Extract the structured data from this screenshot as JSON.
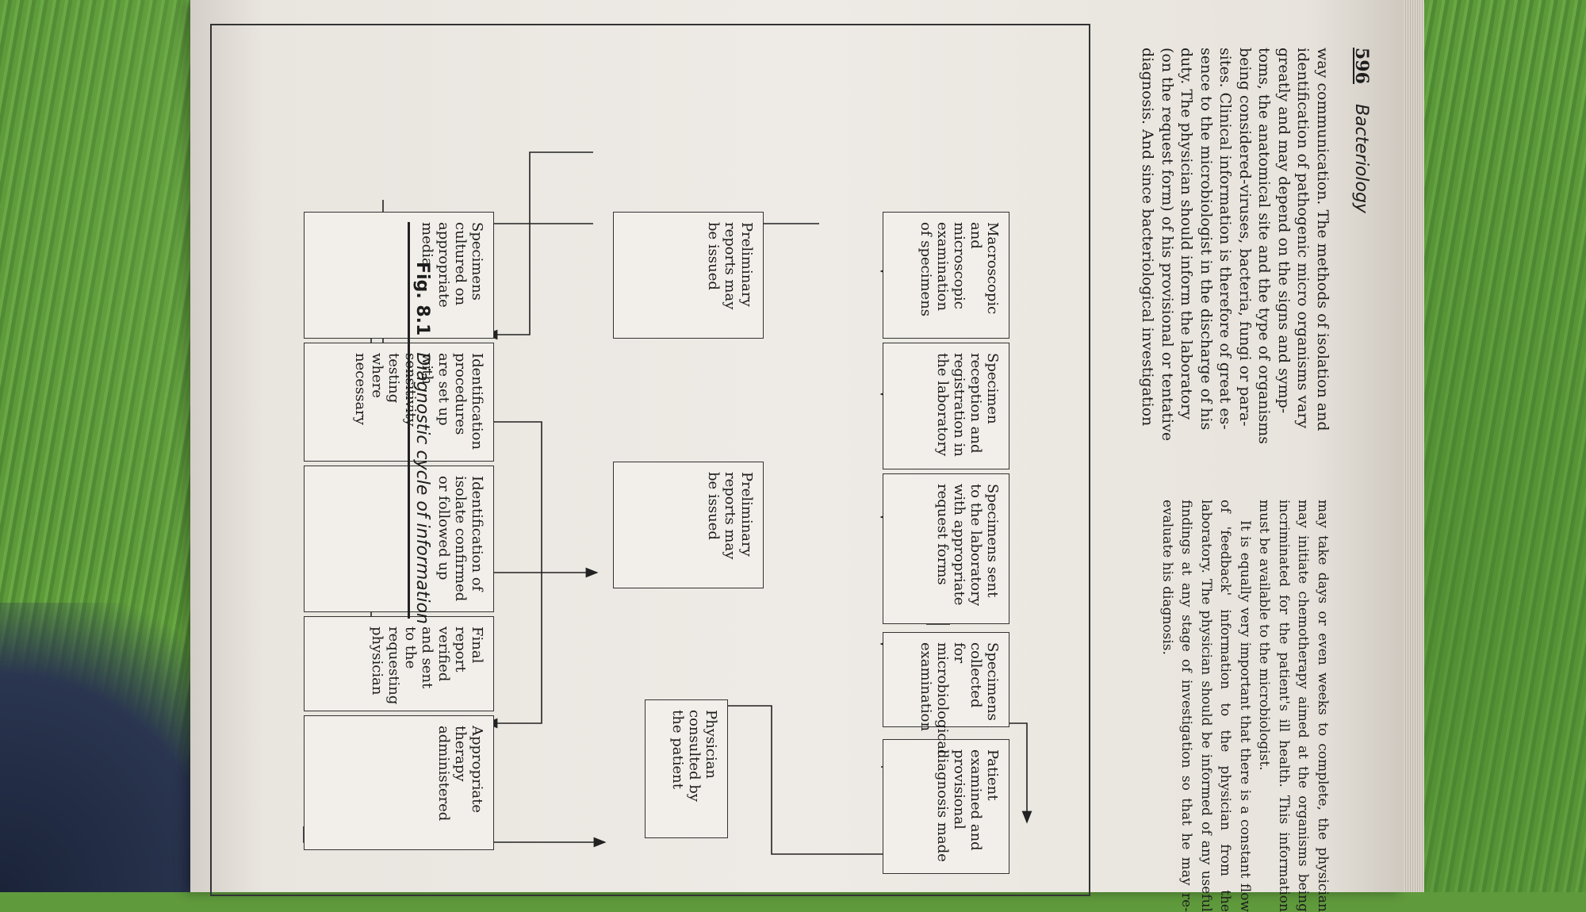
{
  "header": {
    "page_number": "596",
    "section": "Bacteriology"
  },
  "text": {
    "left": [
      "way communication. The methods of isolation and",
      "identification of pathogenic micro organisms vary",
      "greatly and may depend on the signs and symp-",
      "toms, the anatomical site and the type of organisms",
      "being considered-viruses, bacteria, fungi or para-",
      "sites. Clinical information is therefore of great es-",
      "sence to the microbiologist in the discharge of his",
      "duty. The physician should inform the laboratory",
      "(on the request form) of his provisional or tentative",
      "diagnosis. And since bacteriological investigation"
    ],
    "right_p1": "may take days or even weeks to complete, the physician may initiate chemotherapy aimed at the organisms being incriminated for the patient's ill health. This information must be available to the microbiologist.",
    "right_p2": "It is equally very important that there is a constant flow of 'feedback' information to the physician from the laboratory. The physician should be informed of any useful findings at any stage of investigation so that he may re-evaluate his diagnosis."
  },
  "diagram": {
    "physician": "Physician consulted by the patient",
    "examined": "Patient examined and provisional diagnosis made",
    "collected": "Specimens collected for microbiological examination",
    "sent": "Specimens sent to the laboratory with appropriate request forms",
    "reception": "Specimen reception and registration in the laboratory",
    "macroscopic": "Macroscopic and microscopic examination of specimens",
    "prelim_lower": "Preliminary reports may be issued",
    "prelim_upper": "Preliminary reports may be issued",
    "therapy": "Appropriate therapy administered",
    "final": "Final report verified and sent to the requesting physician",
    "identification": "Identification of isolate confirmed or followed up",
    "procedures": "Identification procedures are set up with sensitivity testing where necessary",
    "cultured": "Specimens cultured on appropriate media"
  },
  "caption": {
    "label": "Fig. 8.1",
    "text": "Diagnostic cycle of information"
  }
}
